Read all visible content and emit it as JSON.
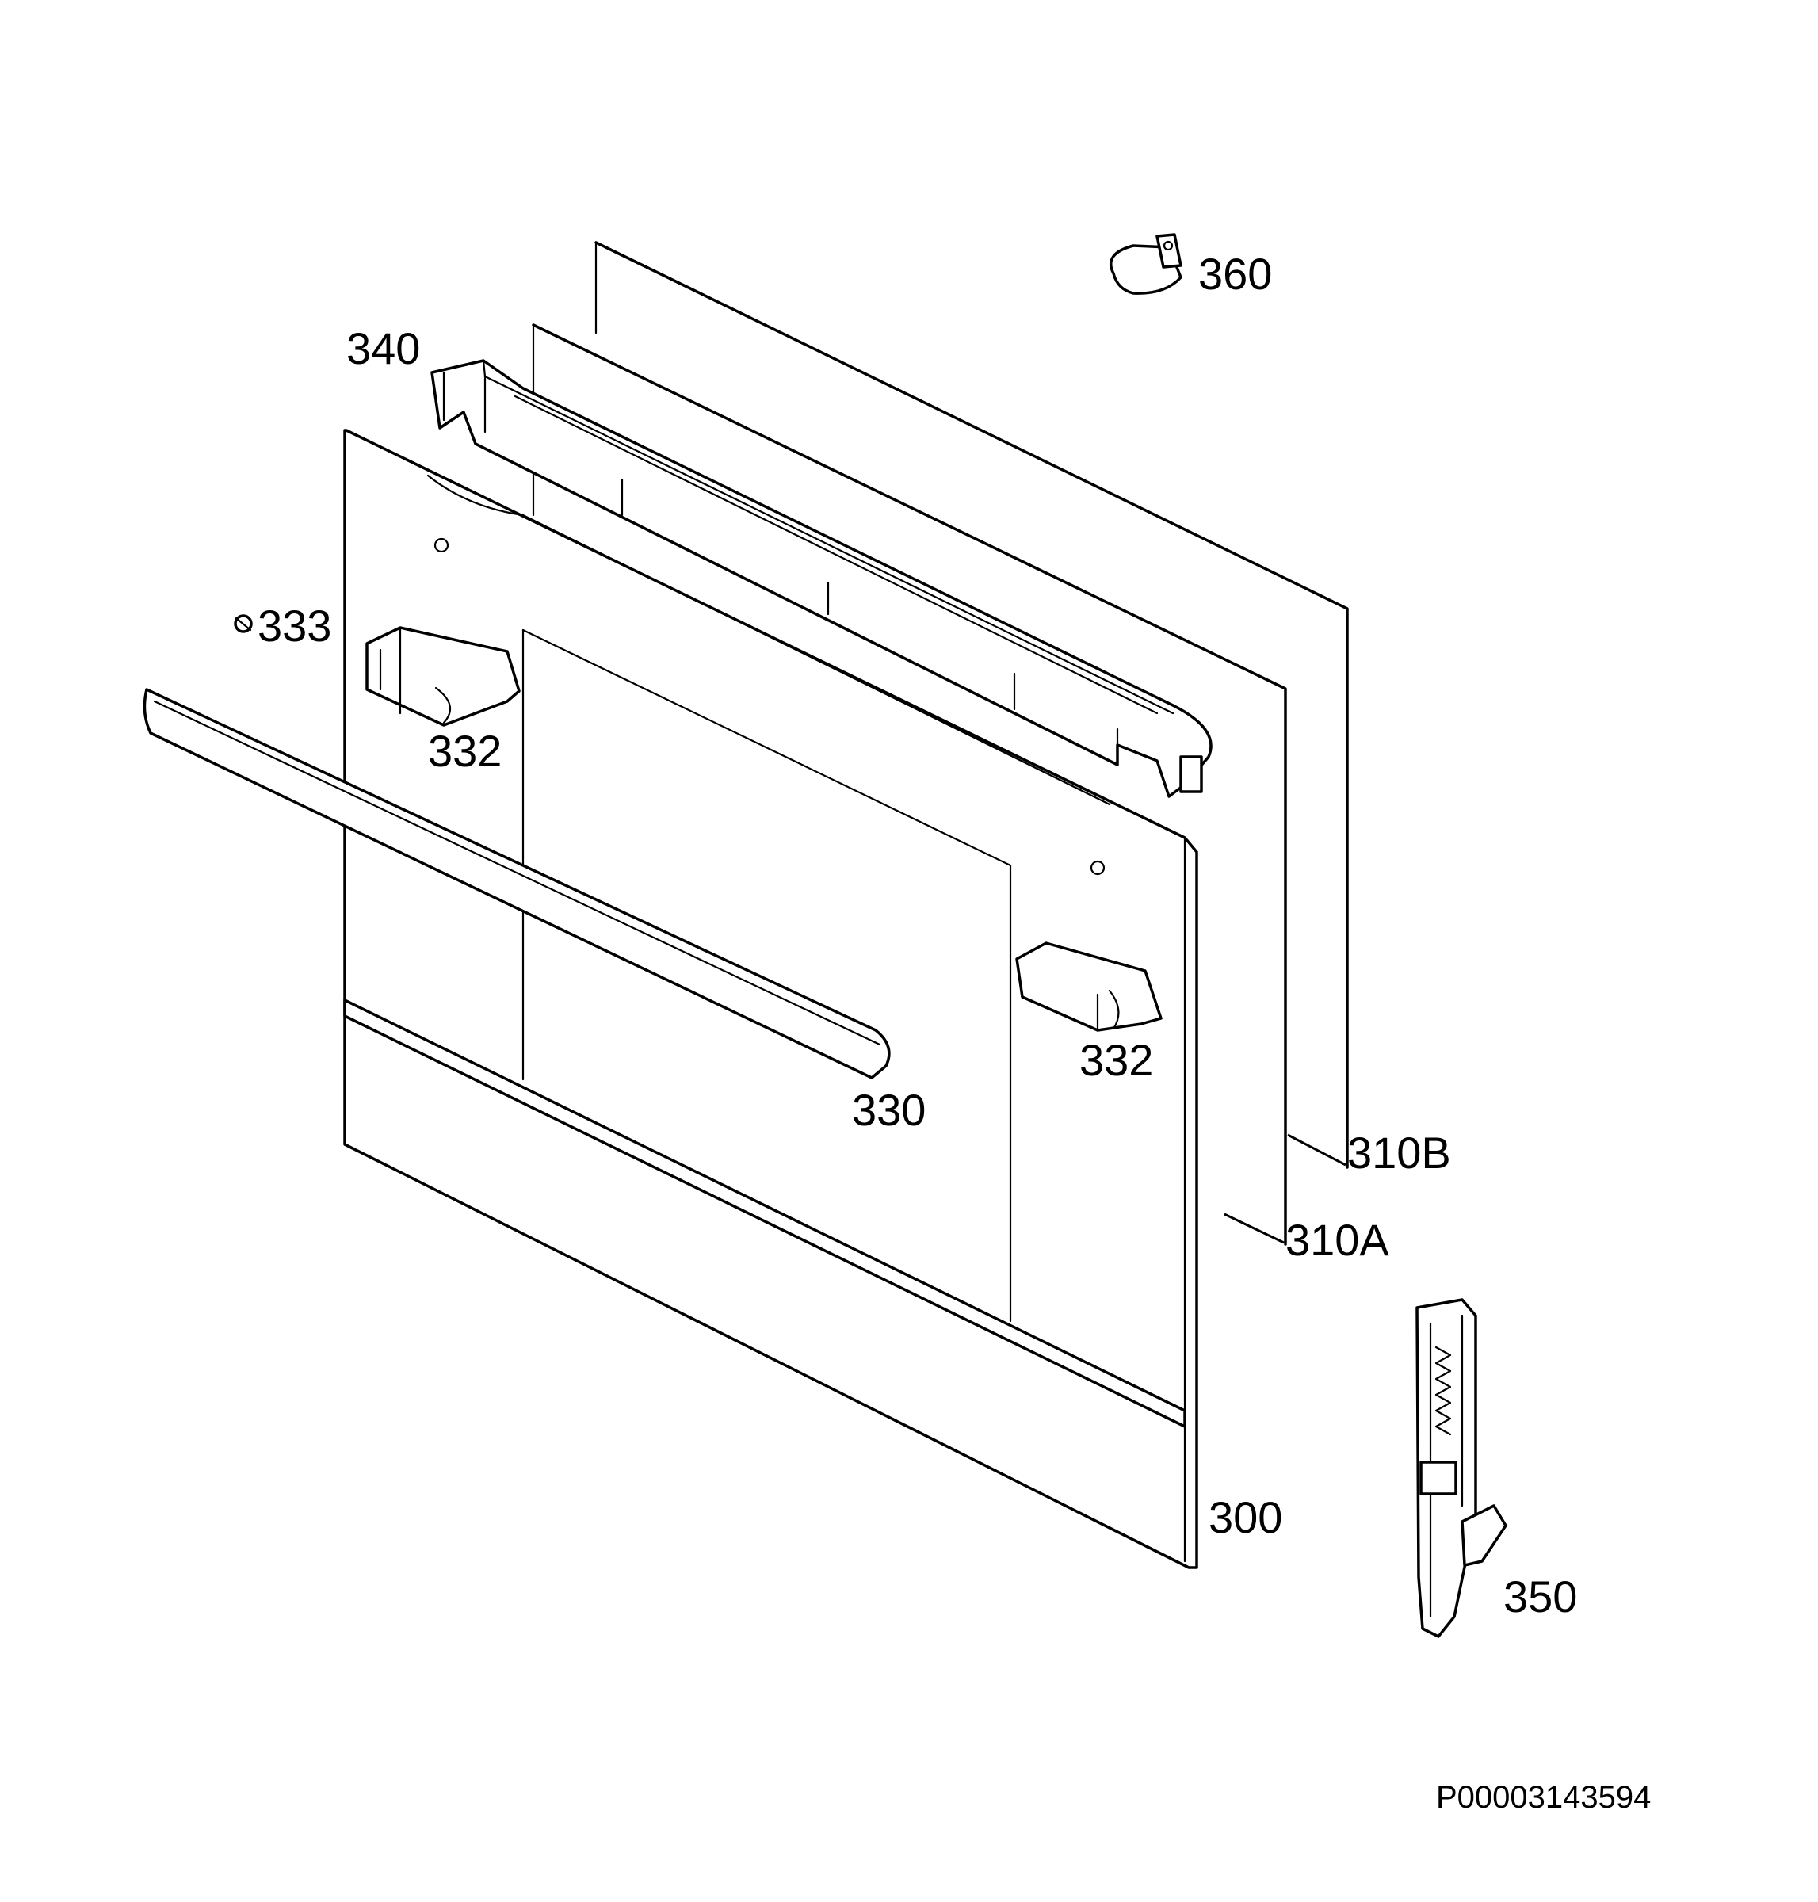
{
  "diagram": {
    "kind": "exploded parts diagram",
    "subject": "oven door assembly",
    "callouts": [
      {
        "id": "c300",
        "label": "300"
      },
      {
        "id": "c310A",
        "label": "310A"
      },
      {
        "id": "c310B",
        "label": "310B"
      },
      {
        "id": "c330",
        "label": "330"
      },
      {
        "id": "c332a",
        "label": "332"
      },
      {
        "id": "c332b",
        "label": "332"
      },
      {
        "id": "c333",
        "label": "333"
      },
      {
        "id": "c340",
        "label": "340"
      },
      {
        "id": "c350",
        "label": "350"
      },
      {
        "id": "c360",
        "label": "360"
      }
    ],
    "document_id": "P00003143594"
  },
  "colors": {
    "line": "#000000",
    "background": "#ffffff"
  }
}
